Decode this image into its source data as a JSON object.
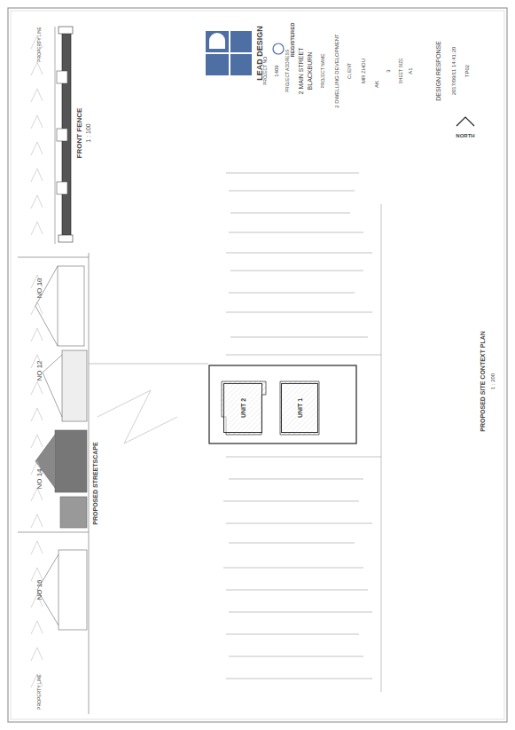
{
  "diagram": {
    "nodes": [
      {
        "text": [
          "UNIT 2"
        ]
      },
      {
        "text": [
          "UNIT 1"
        ]
      }
    ],
    "labels": [
      "FRONT FENCE",
      "1 : 100",
      "NO 10",
      "NO 12",
      "NO 14",
      "NO 16",
      "PROPOSED STREETSCAPE",
      "PROPOSED SITE CONTEXT PLAN",
      "1 : 200",
      "NORTH",
      "LEAD DESIGN",
      "REGISTERED",
      "PROJECT NO",
      "1409",
      "PROJECT ADDRESS",
      "2 MAIN STREET",
      "BLACKBURN",
      "PROJECT NAME",
      "2 DWELLING DEVELOPMENT",
      "CLIENT",
      "MR ZHOU",
      "AK",
      "3",
      "SHEET SIZE",
      "A1",
      "DESIGN RESPONSE",
      "2017/09/11 14:41:20",
      "TP02",
      "PROPERTY LINE",
      "PROPERTY LINE"
    ]
  }
}
